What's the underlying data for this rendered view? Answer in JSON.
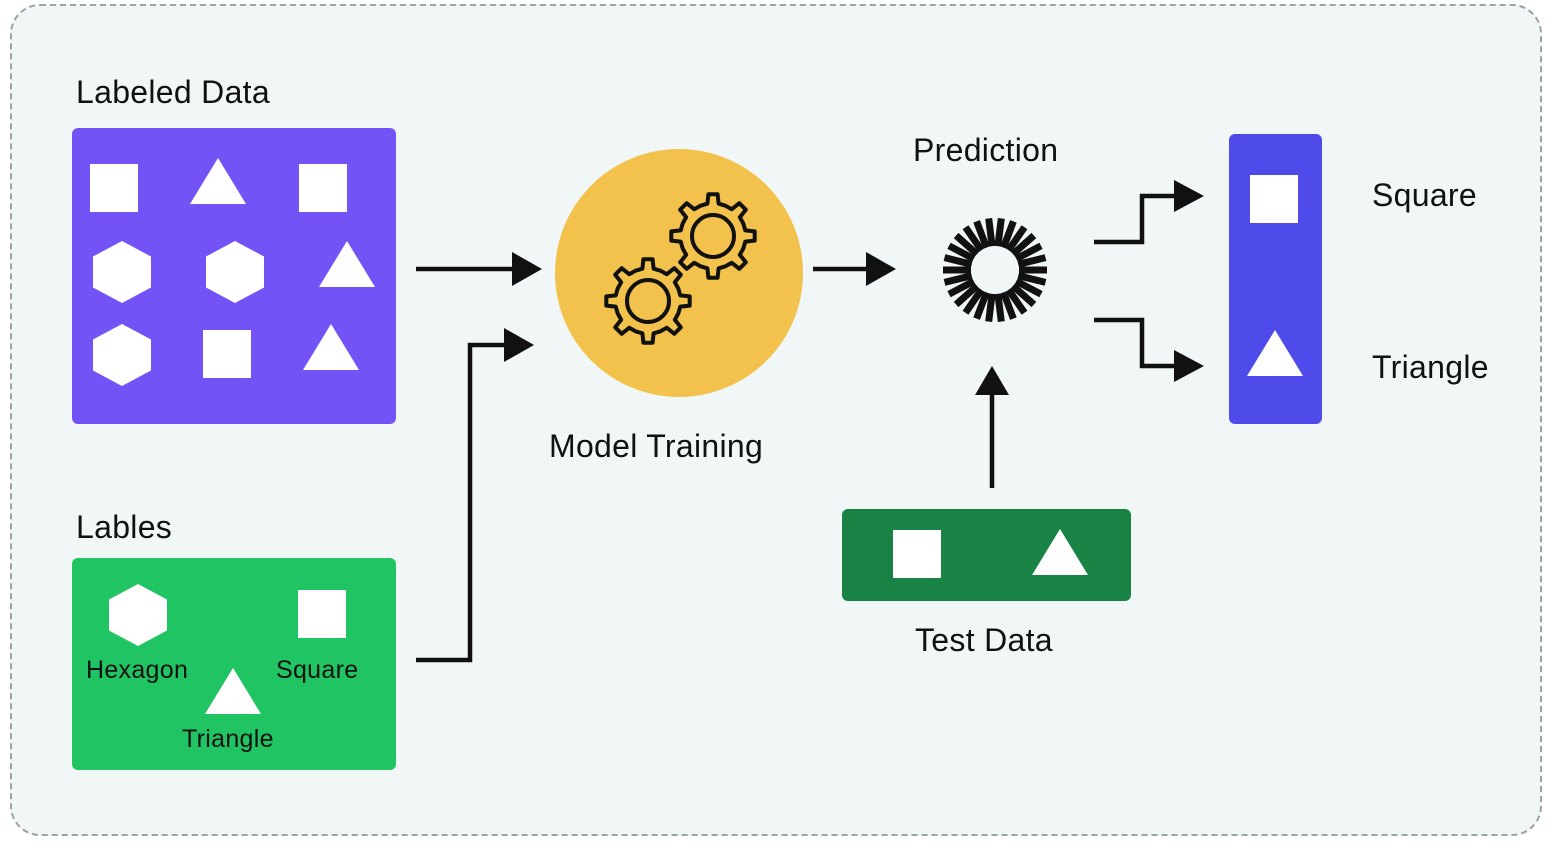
{
  "labeled_data": {
    "title": "Labeled Data",
    "color": "#7453f6",
    "shapes": [
      "square",
      "triangle",
      "square",
      "hexagon",
      "hexagon",
      "triangle",
      "hexagon",
      "square",
      "triangle"
    ]
  },
  "labels_section": {
    "title": "Lables",
    "color": "#21c463",
    "items": [
      {
        "shape": "hexagon",
        "label": "Hexagon"
      },
      {
        "shape": "square",
        "label": "Square"
      },
      {
        "shape": "triangle",
        "label": "Triangle"
      }
    ]
  },
  "model": {
    "title": "Model Training",
    "color": "#f2c24d",
    "icon": "gears-icon"
  },
  "prediction": {
    "title": "Prediction",
    "icon": "radial-loader-icon"
  },
  "test_data": {
    "title": "Test Data",
    "color": "#188344",
    "shapes": [
      "square",
      "triangle"
    ]
  },
  "output": {
    "color": "#4f4bea",
    "items": [
      {
        "shape": "square",
        "label": "Square"
      },
      {
        "shape": "triangle",
        "label": "Triangle"
      }
    ]
  },
  "colors": {
    "background": "#f1f6f6",
    "ink": "#111111",
    "shape_fill": "#ffffff"
  }
}
